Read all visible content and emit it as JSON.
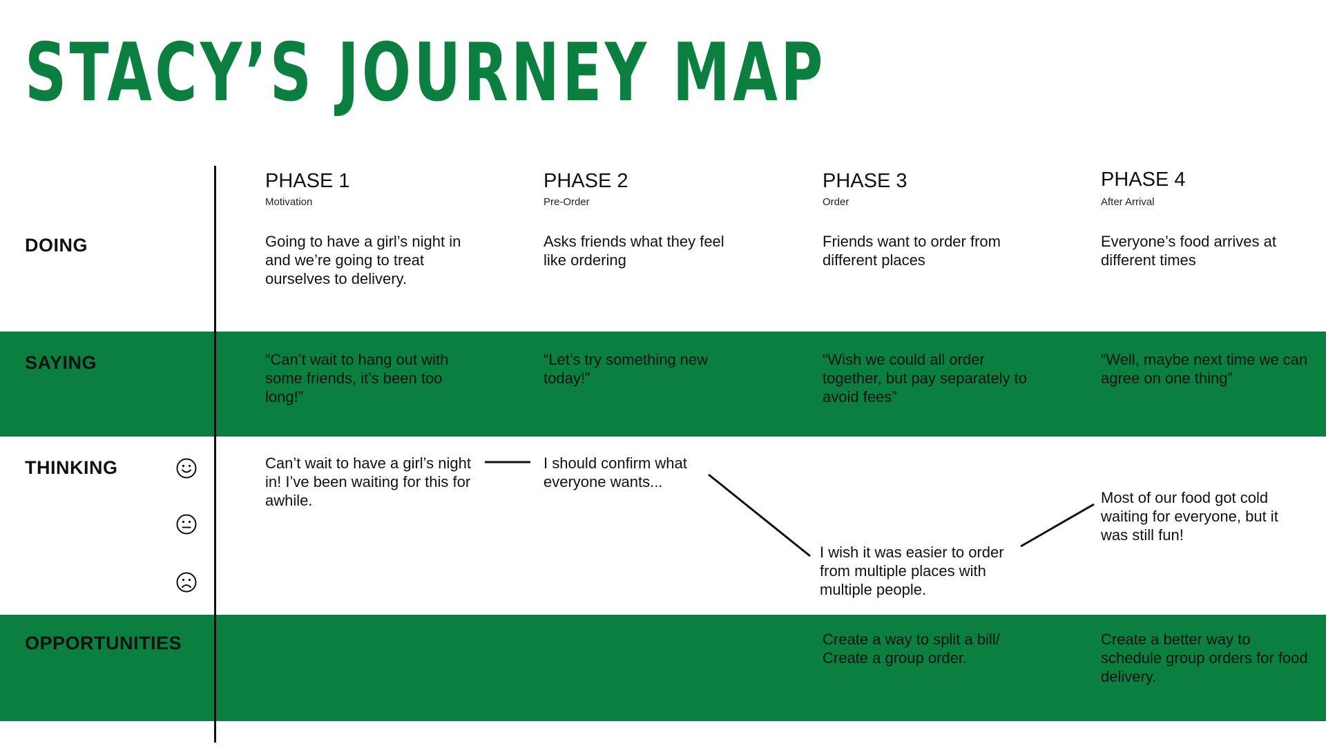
{
  "title": "STACY’S JOURNEY MAP",
  "colors": {
    "accent": "#0a7f3f",
    "text": "#111111",
    "background": "#ffffff"
  },
  "rows": {
    "doing": "DOING",
    "saying": "SAYING",
    "thinking": "THINKING",
    "opportunities": "OPPORTUNITIES"
  },
  "sentiment_icons": [
    "smiling-face-icon",
    "neutral-face-icon",
    "frowning-face-icon"
  ],
  "phases": [
    {
      "title": "PHASE 1",
      "subtitle": "Motivation",
      "doing": "Going to have a girl’s night in and we’re going to treat ourselves to delivery.",
      "saying": "“Can’t wait to hang out with some friends, it’s been too long!”",
      "thinking": "Can’t wait to have a girl’s night in! I’ve been waiting for this for awhile.",
      "sentiment": "positive",
      "opportunity": ""
    },
    {
      "title": "PHASE 2",
      "subtitle": "Pre-Order",
      "doing": "Asks friends what they feel like ordering",
      "saying": "“Let’s try something new today!”",
      "thinking": "I should confirm what everyone wants...",
      "sentiment": "positive",
      "opportunity": ""
    },
    {
      "title": "PHASE 3",
      "subtitle": "Order",
      "doing": "Friends want to order from different places",
      "saying": "“Wish we could all order together, but pay separately to avoid fees”",
      "thinking": "I wish it was easier to order from multiple places with multiple people.",
      "sentiment": "negative",
      "opportunity": "Create a way to split a bill/ Create a group order."
    },
    {
      "title": "PHASE 4",
      "subtitle": "After Arrival",
      "doing": "Everyone’s food arrives at different times",
      "saying": "“Well, maybe next time we can agree on one thing”",
      "thinking": "Most of our food got cold waiting for everyone, but it was still fun!",
      "sentiment": "neutral",
      "opportunity": "Create a better way to schedule group orders for food delivery."
    }
  ]
}
